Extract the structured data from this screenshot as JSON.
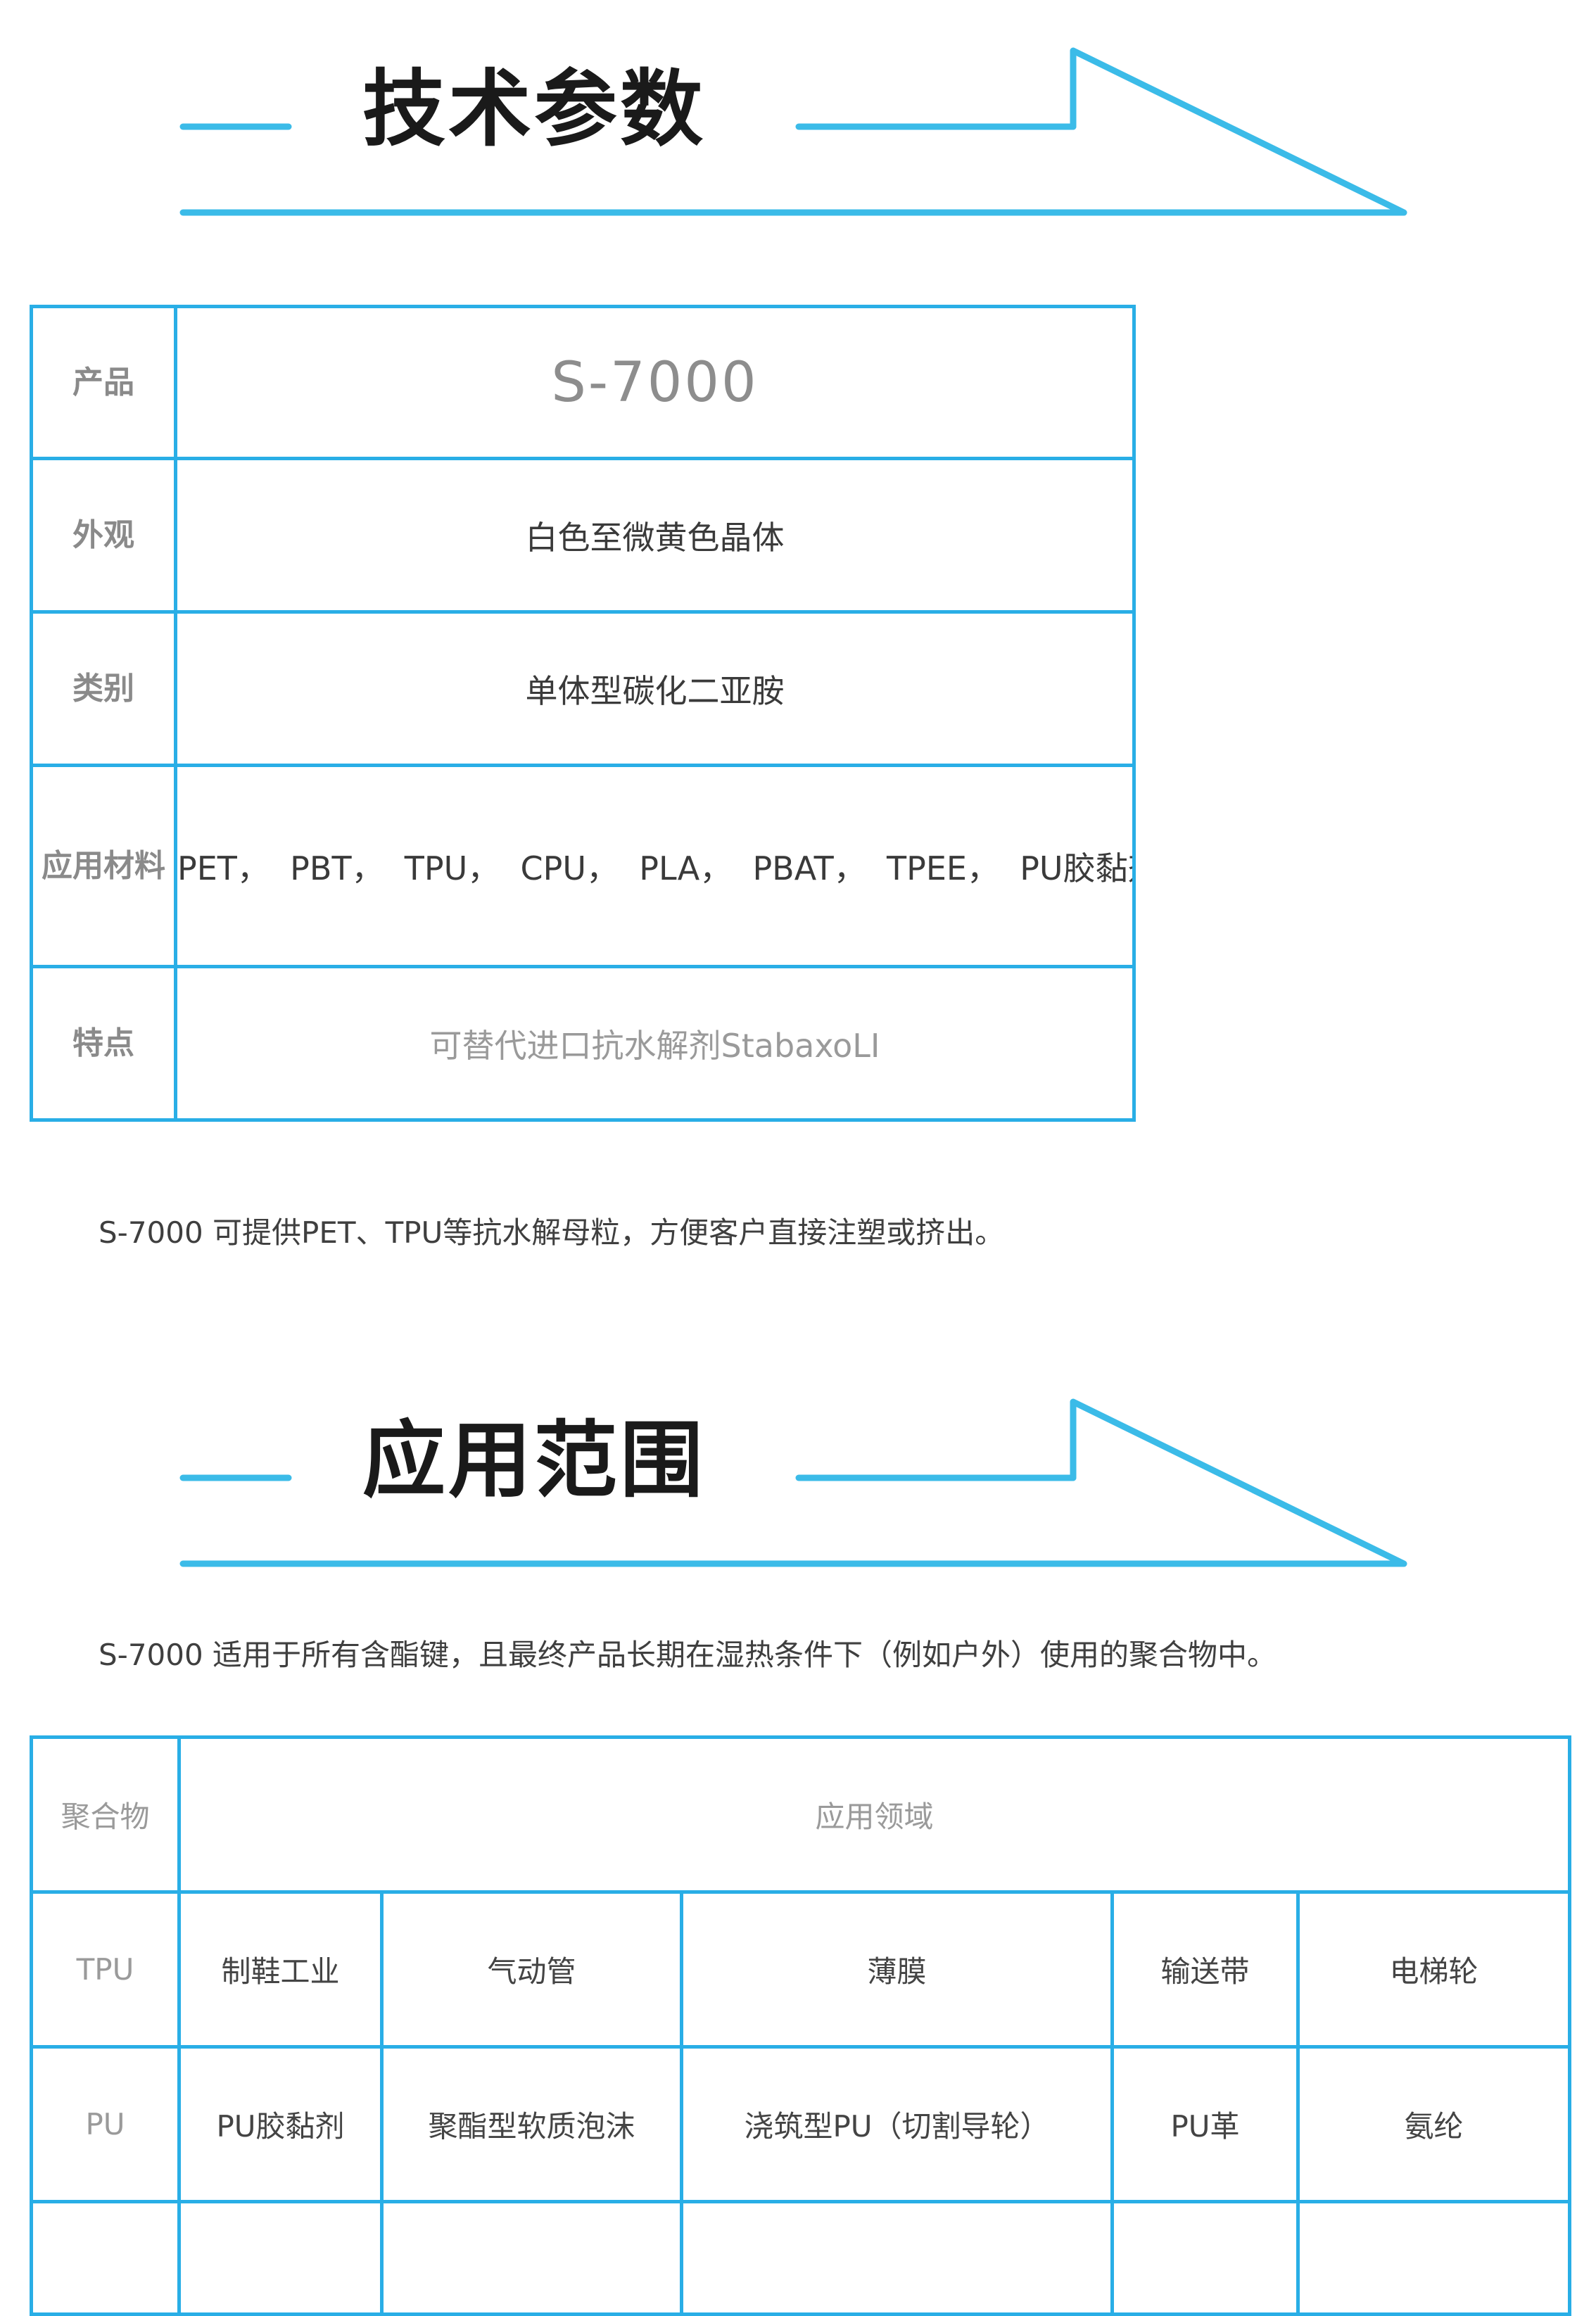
{
  "colors": {
    "accent": "#29aee6",
    "heading_text": "#1a1a1a",
    "label_text": "#8a8a8a"
  },
  "section_tech": {
    "title": "技术参数",
    "rows": [
      {
        "label": "产品",
        "value": "S-7000"
      },
      {
        "label": "外观",
        "value": "白色至微黄色晶体"
      },
      {
        "label": "类别",
        "value": "单体型碳化二亚胺"
      },
      {
        "label": "应用材料",
        "value": "PET，  PBT，  TPU，  CPU，  PLA，  PBAT，  TPEE，  PU胶黏剂"
      },
      {
        "label": "特点",
        "value": "可替代进口抗水解剂StabaxoLI"
      }
    ],
    "note": "S-7000 可提供PET、TPU等抗水解母粒，方便客户直接注塑或挤出。"
  },
  "section_app": {
    "title": "应用范围",
    "intro": "S-7000 适用于所有含酯键，且最终产品长期在湿热条件下（例如户外）使用的聚合物中。",
    "header": {
      "polymer": "聚合物",
      "fields": "应用领域"
    },
    "rows": [
      {
        "polymer": "TPU",
        "fields": [
          "制鞋工业",
          "气动管",
          "薄膜",
          "输送带",
          "电梯轮"
        ]
      },
      {
        "polymer": "PU",
        "fields": [
          "PU胶黏剂",
          "聚酯型软质泡沫",
          "浇筑型PU（切割导轮）",
          "PU革",
          "氨纶"
        ]
      }
    ]
  }
}
